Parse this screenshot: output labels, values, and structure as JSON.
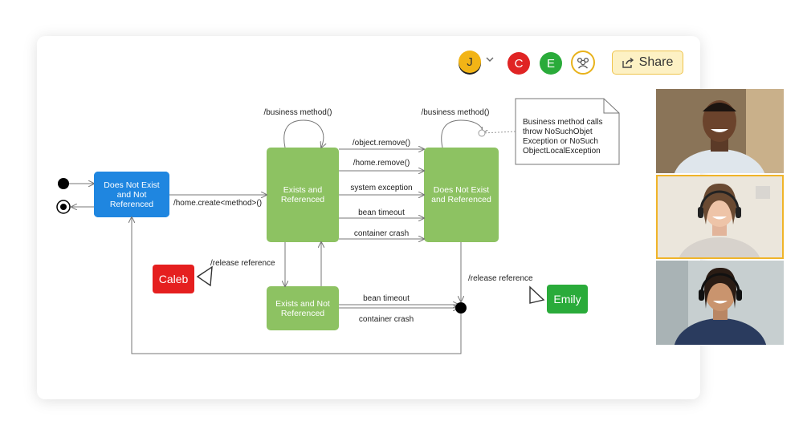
{
  "toolbar": {
    "avatars": [
      {
        "letter": "J",
        "color": "#f2b416"
      },
      {
        "letter": "C",
        "color": "#e02424"
      },
      {
        "letter": "E",
        "color": "#2aab3a"
      }
    ],
    "group_icon": "users-icon",
    "share_label": "Share"
  },
  "diagram": {
    "states": {
      "does_not_exist": "Does Not Exist and Not Referenced",
      "exists_referenced": "Exists and Referenced",
      "does_not_exist_referenced": "Does Not Exist and Referenced",
      "exists_not_referenced": "Exists and Not Referenced"
    },
    "transitions": {
      "home_create": "/home.create<method>()",
      "business_method_1": "/business method()",
      "business_method_2": "/business method()",
      "object_remove": "/object.remove()",
      "home_remove": "/home.remove()",
      "system_exception": "system exception",
      "bean_timeout_1": "bean timeout",
      "container_crash_1": "container crash",
      "release_reference_1": "/release reference",
      "release_reference_2": "/release reference",
      "bean_timeout_2": "bean timeout",
      "container_crash_2": "container crash"
    },
    "note": [
      "Business method calls",
      "throw NoSuchObjet",
      "Exception or NoSuch",
      "ObjectLocalException"
    ]
  },
  "cursors": {
    "caleb": "Caleb",
    "emily": "Emily"
  },
  "colors": {
    "blue_state": "#1f86e0",
    "green_state": "#8dc262",
    "caleb": "#e51f1f",
    "emily": "#2aab3a",
    "share_bg": "#fdf1c4"
  }
}
